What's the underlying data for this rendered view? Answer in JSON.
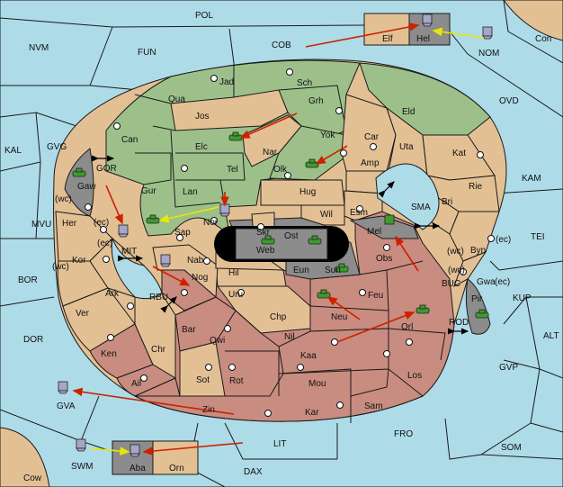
{
  "map": {
    "colors": {
      "sea": "#aedbe8",
      "green": "#9dc08b",
      "tan": "#e3c094",
      "red": "#c98c80",
      "grey": "#8c8c8c",
      "arrow_red": "#cc2200",
      "arrow_yellow": "#e8e800",
      "unit_green": "#3f9a2f"
    },
    "sea_labels": [
      {
        "id": "pol",
        "text": "POL"
      },
      {
        "id": "nvm",
        "text": "NVM"
      },
      {
        "id": "fun",
        "text": "FUN"
      },
      {
        "id": "cob",
        "text": "COB"
      },
      {
        "id": "nom",
        "text": "NOM"
      },
      {
        "id": "con",
        "text": "Con"
      },
      {
        "id": "ovd",
        "text": "OVD"
      },
      {
        "id": "kal",
        "text": "KAL"
      },
      {
        "id": "gvg",
        "text": "GVG"
      },
      {
        "id": "kam",
        "text": "KAM"
      },
      {
        "id": "mvu",
        "text": "MVU"
      },
      {
        "id": "gor",
        "text": "GOR"
      },
      {
        "id": "sma",
        "text": "SMA"
      },
      {
        "id": "tei",
        "text": "TEI"
      },
      {
        "id": "mit",
        "text": "MIT"
      },
      {
        "id": "bor",
        "text": "BOR"
      },
      {
        "id": "rbu",
        "text": "RBU"
      },
      {
        "id": "buc",
        "text": "BUC"
      },
      {
        "id": "kup",
        "text": "KUP"
      },
      {
        "id": "dor",
        "text": "DOR"
      },
      {
        "id": "rod",
        "text": "ROD"
      },
      {
        "id": "alt",
        "text": "ALT"
      },
      {
        "id": "gvp",
        "text": "GVP"
      },
      {
        "id": "gva",
        "text": "GVA"
      },
      {
        "id": "fro",
        "text": "FRO"
      },
      {
        "id": "lit",
        "text": "LIT"
      },
      {
        "id": "som",
        "text": "SOM"
      },
      {
        "id": "swm",
        "text": "SWM"
      },
      {
        "id": "dax",
        "text": "DAX"
      },
      {
        "id": "cow",
        "text": "Cow"
      }
    ],
    "land_labels": [
      {
        "id": "elf",
        "text": "Elf"
      },
      {
        "id": "hel",
        "text": "Hel"
      },
      {
        "id": "jad",
        "text": "Jad"
      },
      {
        "id": "sch",
        "text": "Sch"
      },
      {
        "id": "qua",
        "text": "Qua"
      },
      {
        "id": "grh",
        "text": "Grh"
      },
      {
        "id": "eld",
        "text": "Eld"
      },
      {
        "id": "jos",
        "text": "Jos"
      },
      {
        "id": "can",
        "text": "Can"
      },
      {
        "id": "yok",
        "text": "Yok"
      },
      {
        "id": "car",
        "text": "Car"
      },
      {
        "id": "uta",
        "text": "Uta"
      },
      {
        "id": "nar",
        "text": "Nar"
      },
      {
        "id": "elc",
        "text": "Elc"
      },
      {
        "id": "kat",
        "text": "Kat"
      },
      {
        "id": "amp",
        "text": "Amp"
      },
      {
        "id": "olk",
        "text": "Olk"
      },
      {
        "id": "tel",
        "text": "Tel"
      },
      {
        "id": "gaw",
        "text": "Gaw"
      },
      {
        "id": "rie",
        "text": "Rie"
      },
      {
        "id": "gur",
        "text": "Gur"
      },
      {
        "id": "hug",
        "text": "Hug"
      },
      {
        "id": "bri",
        "text": "Bri"
      },
      {
        "id": "lan",
        "text": "Lan"
      },
      {
        "id": "esm",
        "text": "Esm"
      },
      {
        "id": "wil",
        "text": "Wil"
      },
      {
        "id": "her",
        "text": "Her"
      },
      {
        "id": "nor",
        "text": "Nor"
      },
      {
        "id": "skr",
        "text": "Skr"
      },
      {
        "id": "sap",
        "text": "Sap"
      },
      {
        "id": "ost",
        "text": "Ost"
      },
      {
        "id": "mel",
        "text": "Mel"
      },
      {
        "id": "byn",
        "text": "Byn"
      },
      {
        "id": "web",
        "text": "Web"
      },
      {
        "id": "kor",
        "text": "Kor"
      },
      {
        "id": "nab",
        "text": "Nab"
      },
      {
        "id": "obs",
        "text": "Obs"
      },
      {
        "id": "gwa",
        "text": "Gwa"
      },
      {
        "id": "eun",
        "text": "Eun"
      },
      {
        "id": "sun",
        "text": "Sun"
      },
      {
        "id": "hil",
        "text": "Hil"
      },
      {
        "id": "nog",
        "text": "Nog"
      },
      {
        "id": "ark",
        "text": "Ark"
      },
      {
        "id": "pir",
        "text": "Pir"
      },
      {
        "id": "uru",
        "text": "Uru"
      },
      {
        "id": "feu",
        "text": "Feu"
      },
      {
        "id": "ver",
        "text": "Ver"
      },
      {
        "id": "neu",
        "text": "Neu"
      },
      {
        "id": "chp",
        "text": "Chp"
      },
      {
        "id": "bar",
        "text": "Bar"
      },
      {
        "id": "qwi",
        "text": "Qwi"
      },
      {
        "id": "orl",
        "text": "Orl"
      },
      {
        "id": "nil",
        "text": "Nil"
      },
      {
        "id": "ken",
        "text": "Ken"
      },
      {
        "id": "chr",
        "text": "Chr"
      },
      {
        "id": "kaa",
        "text": "Kaa"
      },
      {
        "id": "ail",
        "text": "Ail"
      },
      {
        "id": "sot",
        "text": "Sot"
      },
      {
        "id": "rot",
        "text": "Rot"
      },
      {
        "id": "los",
        "text": "Los"
      },
      {
        "id": "mou",
        "text": "Mou"
      },
      {
        "id": "zin",
        "text": "Zin"
      },
      {
        "id": "sam",
        "text": "Sam"
      },
      {
        "id": "kar",
        "text": "Kar"
      },
      {
        "id": "aba",
        "text": "Aba"
      },
      {
        "id": "orn",
        "text": "Orn"
      }
    ],
    "coast_labels": [
      {
        "id": "wc_gaw",
        "text": "(wc)"
      },
      {
        "id": "ec_gaw",
        "text": "(ec)"
      },
      {
        "id": "ec_her",
        "text": "(ec)"
      },
      {
        "id": "wc_kor",
        "text": "(wc)"
      },
      {
        "id": "wc_byn",
        "text": "(wc)"
      },
      {
        "id": "ec_byn",
        "text": "(ec)"
      },
      {
        "id": "wc_gwa",
        "text": "(wc)"
      },
      {
        "id": "ec_gwa",
        "text": "(ec)"
      }
    ]
  }
}
